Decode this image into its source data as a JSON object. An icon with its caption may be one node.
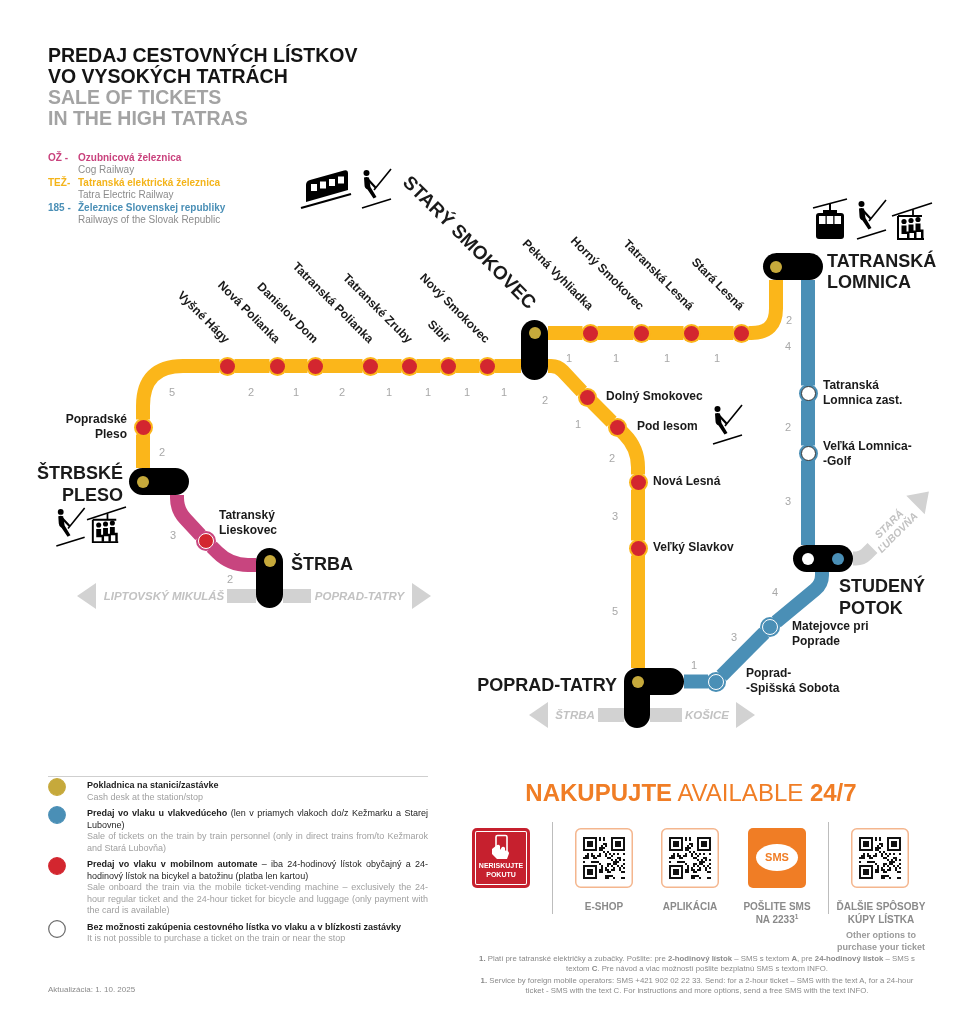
{
  "diagram": {
    "title": "PREDAJ CESTOVNÝCH LÍSTKOV VO VYSOKÝCH TATRÁCH",
    "nodes": [
      {
        "text": [],
        "shape": "bar",
        "beside": [
          "ŠTRBSKÉ PLESO"
        ]
      },
      {
        "text": [],
        "shape": "circle",
        "beside": [
          "Popradské Pleso"
        ]
      },
      {
        "text": [],
        "shape": "circle",
        "beside": [
          "Vyšné Hágy"
        ]
      },
      {
        "text": [],
        "shape": "circle",
        "beside": [
          "Nová Polianka"
        ]
      },
      {
        "text": [],
        "shape": "circle",
        "beside": [
          "Danielov Dom"
        ]
      },
      {
        "text": [],
        "shape": "circle",
        "beside": [
          "Tatranská Polianka"
        ]
      },
      {
        "text": [],
        "shape": "circle",
        "beside": [
          "Tatranské Zruby"
        ]
      },
      {
        "text": [],
        "shape": "circle",
        "beside": [
          "Sibír"
        ]
      },
      {
        "text": [],
        "shape": "circle",
        "beside": [
          "Nový Smokovec"
        ]
      },
      {
        "text": [],
        "shape": "bar",
        "beside": [
          "STARÝ SMOKOVEC"
        ]
      },
      {
        "text": [],
        "shape": "circle",
        "beside": [
          "Pekná Vyhliadka"
        ]
      },
      {
        "text": [],
        "shape": "circle",
        "beside": [
          "Horný Smokovec"
        ]
      },
      {
        "text": [],
        "shape": "circle",
        "beside": [
          "Tatranská Lesná"
        ]
      },
      {
        "text": [],
        "shape": "circle",
        "beside": [
          "Stará Lesná"
        ]
      },
      {
        "text": [],
        "shape": "bar",
        "beside": [
          "TATRANSKÁ LOMNICA"
        ]
      },
      {
        "text": [],
        "shape": "circle",
        "beside": [
          "Dolný Smokovec"
        ]
      },
      {
        "text": [],
        "shape": "circle",
        "beside": [
          "Pod lesom"
        ]
      },
      {
        "text": [],
        "shape": "circle",
        "beside": [
          "Nová Lesná"
        ]
      },
      {
        "text": [],
        "shape": "circle",
        "beside": [
          "Veľký Slavkov"
        ]
      },
      {
        "text": [],
        "shape": "bar",
        "beside": [
          "POPRAD-TATRY"
        ]
      },
      {
        "text": [],
        "shape": "circle",
        "beside": [
          "Tatranská Lomnica zast."
        ]
      },
      {
        "text": [],
        "shape": "circle",
        "beside": [
          "Veľká Lomnica- -Golf"
        ]
      },
      {
        "text": [],
        "shape": "bar",
        "beside": [
          "STUDENÝ POTOK"
        ]
      },
      {
        "text": [],
        "shape": "circle",
        "beside": [
          "Matejovce pri Poprade"
        ]
      },
      {
        "text": [],
        "shape": "circle",
        "beside": [
          "Poprad- -Spišská Sobota"
        ]
      },
      {
        "text": [],
        "shape": "circle",
        "beside": [
          "Tatranský Lieskovec"
        ]
      },
      {
        "text": [],
        "shape": "bar",
        "beside": [
          "ŠTRBA"
        ]
      },
      {
        "text": [
          "LIPTOVSKÝ MIKULÁŠ"
        ]
      },
      {
        "text": [
          "POPRAD-TATRY"
        ]
      },
      {
        "text": [
          "ŠTRBA"
        ]
      },
      {
        "text": [
          "KOŠICE"
        ]
      },
      {
        "text": [
          "STARÁ ĽUBOVŇA"
        ]
      }
    ],
    "edges": [
      {
        "from": 0,
        "to": 1,
        "arrow": "none",
        "label": "2"
      },
      {
        "from": 1,
        "to": 2,
        "arrow": "none",
        "label": "5"
      },
      {
        "from": 2,
        "to": 3,
        "arrow": "none",
        "label": "2"
      },
      {
        "from": 3,
        "to": 4,
        "arrow": "none",
        "label": "1"
      },
      {
        "from": 4,
        "to": 5,
        "arrow": "none",
        "label": "2"
      },
      {
        "from": 5,
        "to": 6,
        "arrow": "none",
        "label": "1"
      },
      {
        "from": 6,
        "to": 7,
        "arrow": "none",
        "label": "1"
      },
      {
        "from": 7,
        "to": 8,
        "arrow": "none",
        "label": "1"
      },
      {
        "from": 8,
        "to": 9,
        "arrow": "none",
        "label": "1"
      },
      {
        "from": 9,
        "to": 10,
        "arrow": "none",
        "label": "1"
      },
      {
        "from": 10,
        "to": 11,
        "arrow": "none",
        "label": "1"
      },
      {
        "from": 11,
        "to": 12,
        "arrow": "none",
        "label": "1"
      },
      {
        "from": 12,
        "to": 13,
        "arrow": "none",
        "label": "1"
      },
      {
        "from": 13,
        "to": 14,
        "arrow": "none",
        "label": "2"
      },
      {
        "from": 9,
        "to": 15,
        "arrow": "none",
        "label": "2"
      },
      {
        "from": 15,
        "to": 16,
        "arrow": "none",
        "label": "1"
      },
      {
        "from": 16,
        "to": 17,
        "arrow": "none",
        "label": "2"
      },
      {
        "from": 17,
        "to": 18,
        "arrow": "none",
        "label": "3"
      },
      {
        "from": 18,
        "to": 19,
        "arrow": "none",
        "label": "5"
      },
      {
        "from": 14,
        "to": 20,
        "arrow": "none",
        "label": "4",
        "color": "#4a8fb6"
      },
      {
        "from": 20,
        "to": 21,
        "arrow": "none",
        "label": "2",
        "color": "#4a8fb6"
      },
      {
        "from": 21,
        "to": 22,
        "arrow": "none",
        "label": "3",
        "color": "#4a8fb6"
      },
      {
        "from": 22,
        "to": 23,
        "arrow": "none",
        "label": "4",
        "color": "#4a8fb6"
      },
      {
        "from": 23,
        "to": 24,
        "arrow": "none",
        "label": "3",
        "color": "#4a8fb6"
      },
      {
        "from": 24,
        "to": 19,
        "arrow": "none",
        "label": "1",
        "color": "#4a8fb6"
      },
      {
        "from": 0,
        "to": 25,
        "arrow": "none",
        "label": "3",
        "color": "#c8457f"
      },
      {
        "from": 25,
        "to": 26,
        "arrow": "none",
        "label": "2",
        "color": "#c8457f"
      },
      {
        "from": 26,
        "to": 27,
        "arrow": "none",
        "color": "#d2d2d2"
      },
      {
        "from": 26,
        "to": 28,
        "arrow": "none",
        "color": "#d2d2d2"
      },
      {
        "from": 19,
        "to": 29,
        "arrow": "none",
        "color": "#d2d2d2"
      },
      {
        "from": 19,
        "to": 30,
        "arrow": "none",
        "color": "#d2d2d2"
      },
      {
        "from": 22,
        "to": 31,
        "arrow": "none",
        "color": "#d2d2d2"
      }
    ],
    "labels": [
      "SALE OF TICKETS IN THE HIGH TATRAS",
      "OŽ -",
      "Ozubnicová železnica",
      "Cog Railway",
      "TEŽ-",
      "Tatranská elektrická železnica",
      "Tatra Electric Railway",
      "185 -",
      "Železnice Slovenskej republiky",
      "Railways of the Slovak Republic",
      "Cash desk at the station/stop",
      "Sale of tickets on the train by train personnel (only in direct trains from/to Kežmarok and Stará Lubovňa)",
      "Sale onboard the train via the mobile ticket-vending machine – exclusively the 24-hour regular ticket and the 24-hour ticket for bicycle and luggage (only payment with the card is available)",
      "It is not possible to purchase a ticket on the train or near the stop",
      "**NAKUPUJTE** AVAILABLE **24/7**",
      "NERISKUJTE POKUTU",
      "E-SHOP",
      "APLIKÁCIA",
      "SMS",
      "POŠLITE SMS NA 2233$^{1}$",
      "ĎALŠIE SPÔSOBY KÚPY LÍSTKA",
      "Other options to purchase your ticket",
      "**1.** Platí pre tatranské električky a zubačky. Pošlite: pre **2-hodinový lístok** – SMS s textom **A**, pre **24-hodinový lístok** – SMS s textom **C**. Pre návod a viac možností pošlite bezplatnú SMS s textom INFO.",
      "**1.** Service by foreign mobile operators: SMS +421 902 02 22 33. Send: for a 2-hour ticket – SMS with the text A, for a 24-hour ticket - SMS with the text C. For instructions and more options, send a free SMS with the text INFO.",
      "Aktualizácia: 1. 10. 2025"
    ],
    "legend": [
      {
        "text": "Pokladnica na stanici/zastávke",
        "color": "#c6a93b"
      },
      {
        "text": "**Predaj vo vlaku u vlakvedúceho** (len v priamych vlakoch do/z Kežmarku a Starej Lubovne)",
        "color": "#4a8fb6"
      },
      {
        "text": "**Predaj vo vlaku v mobilnom automate** – iba 24-hodinový lístok obyčajný a 24-hodinový lístok na bicykel a batožinu (platba len kartou)",
        "color": "#d3262f"
      },
      {
        "text": "Bez možnosti zakúpenia cestovného lístka vo vlaku a v blízkosti zastávky"
      }
    ]
  }
}
